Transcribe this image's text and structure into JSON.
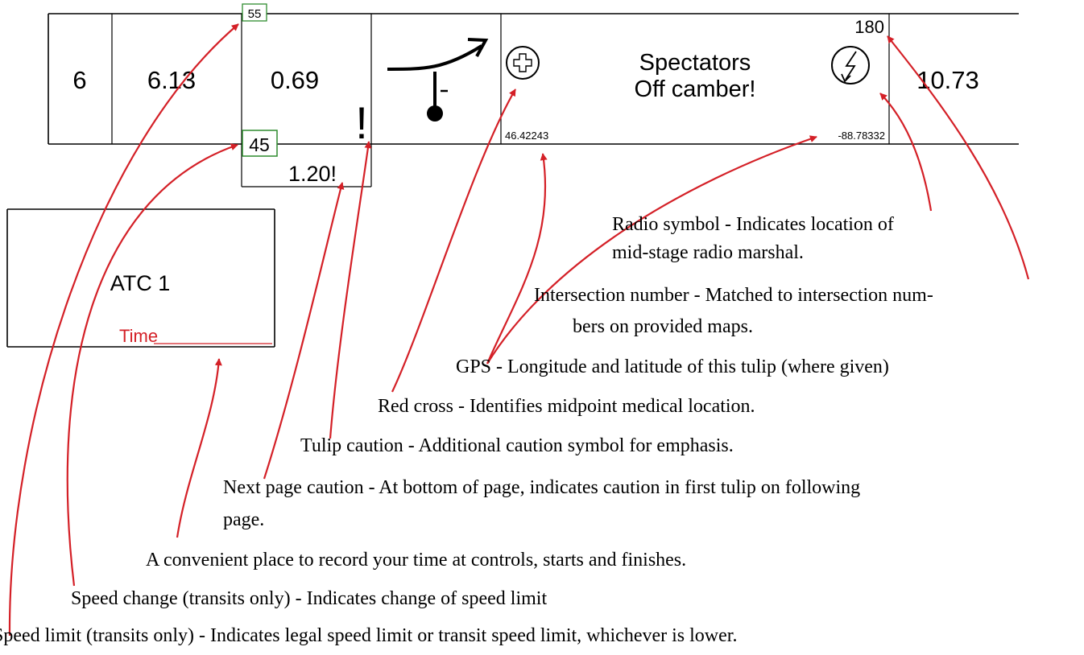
{
  "tulip_row": {
    "tulip_number": "6",
    "total_distance": "6.13",
    "interval_distance": "0.69",
    "speed_limit": "55",
    "speed_change": "45",
    "next_page_value": "1.20!",
    "caution_mark": "!",
    "note_line1": "Spectators",
    "note_line2": "Off camber!",
    "intersection_number": "180",
    "latitude": "46.42243",
    "longitude": "-88.78332",
    "next_distance": "10.73"
  },
  "control_box": {
    "title": "ATC 1",
    "time_label": "Time"
  },
  "annotations": {
    "radio_line1": "Radio symbol - Indicates location of",
    "radio_line2": "mid-stage radio marshal.",
    "intersection_line1": "Intersection number - Matched to intersection num-",
    "intersection_line2": "bers on provided maps.",
    "gps": "GPS - Longitude and latitude of this tulip (where given)",
    "red_cross": "Red cross - Identifies midpoint medical location.",
    "tulip_caution": "Tulip caution - Additional caution symbol for emphasis.",
    "next_page_line1": "Next page caution - At bottom of page, indicates caution in first tulip on following",
    "next_page_line2": "page.",
    "time_record": "A convenient place to record your time at controls, starts and finishes.",
    "speed_change": "Speed change (transits only) - Indicates change of speed limit",
    "speed_limit": "Speed limit (transits only) - Indicates legal speed limit or transit speed limit, whichever is lower."
  },
  "colors": {
    "arrow": "#d42027",
    "speed_box": "#2e8b2e",
    "time_label": "#d42027",
    "ink": "#000000"
  }
}
